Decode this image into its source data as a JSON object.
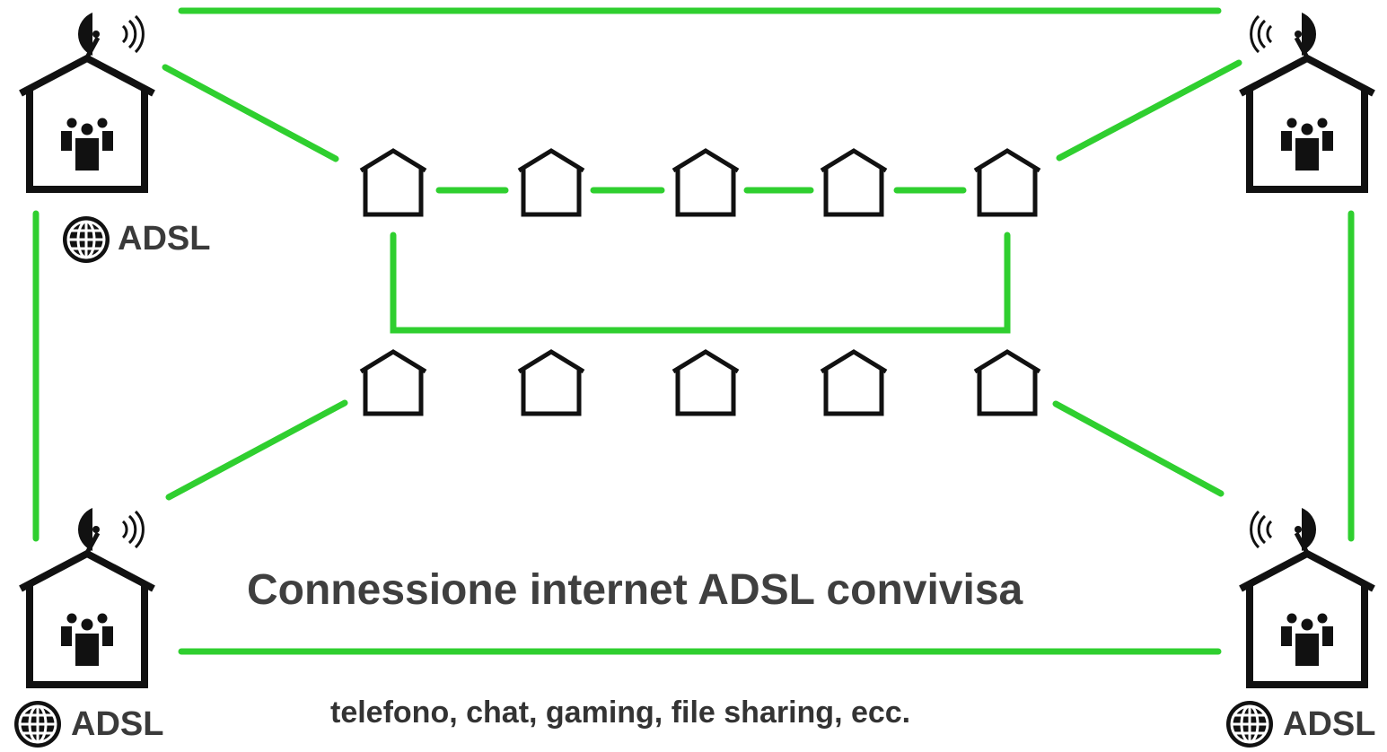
{
  "colors": {
    "link": "#2fcf2f",
    "ink": "#111111",
    "text": "#3a3a3a"
  },
  "diagram": {
    "hub_houses": [
      {
        "name": "hub-top-left",
        "badge": "ADSL",
        "antenna": "right"
      },
      {
        "name": "hub-top-right",
        "badge": "",
        "antenna": "left"
      },
      {
        "name": "hub-bottom-left",
        "badge": "ADSL",
        "antenna": "right"
      },
      {
        "name": "hub-bottom-right",
        "badge": "ADSL",
        "antenna": "left"
      }
    ],
    "small_house_rows": 2,
    "small_houses_per_row": 5,
    "icons": [
      "house-icon",
      "people-icon",
      "antenna-icon",
      "globe-icon"
    ]
  },
  "labels": {
    "adsl_top_left": "ADSL",
    "adsl_bottom_left": "ADSL",
    "adsl_bottom_right": "ADSL",
    "title": "Connessione internet ADSL convivisa",
    "subtitle": "telefono, chat, gaming, file sharing, ecc."
  }
}
